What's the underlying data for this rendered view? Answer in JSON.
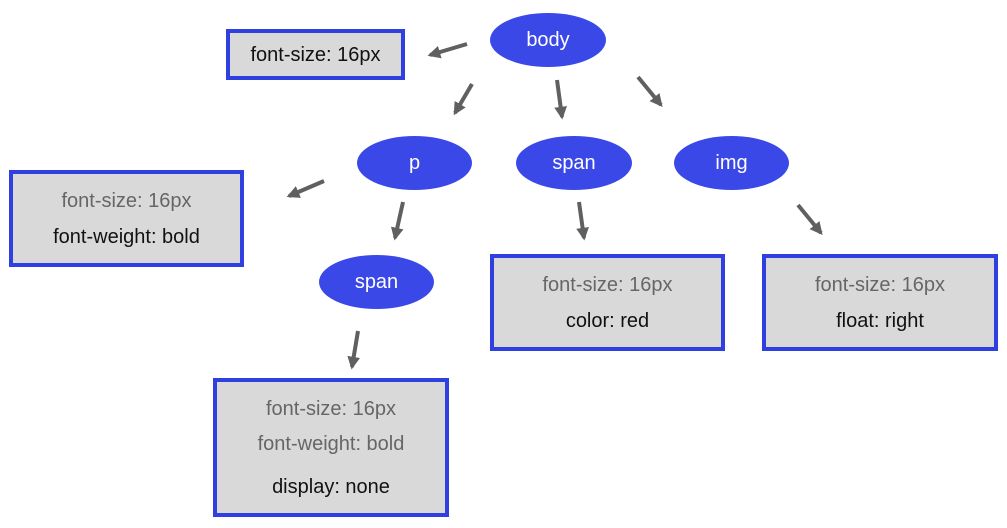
{
  "colors": {
    "node_fill": "#3a48e8",
    "box_border": "#3040e0",
    "box_fill": "#d9d9d9",
    "arrow": "#606060",
    "inherited_text": "#666666",
    "own_text": "#111111"
  },
  "nodes": {
    "body": {
      "label": "body"
    },
    "p": {
      "label": "p"
    },
    "span_mid": {
      "label": "span"
    },
    "img": {
      "label": "img"
    },
    "span_child": {
      "label": "span"
    }
  },
  "boxes": {
    "body": {
      "lines": [
        {
          "text": "font-size: 16px",
          "kind": "own"
        }
      ]
    },
    "p": {
      "lines": [
        {
          "text": "font-size: 16px",
          "kind": "inherited"
        },
        {
          "text": "font-weight: bold",
          "kind": "own"
        }
      ]
    },
    "span_mid": {
      "lines": [
        {
          "text": "font-size: 16px",
          "kind": "inherited"
        },
        {
          "text": "color: red",
          "kind": "own"
        }
      ]
    },
    "img": {
      "lines": [
        {
          "text": "font-size: 16px",
          "kind": "inherited"
        },
        {
          "text": "float: right",
          "kind": "own"
        }
      ]
    },
    "span_child": {
      "lines": [
        {
          "text": "font-size: 16px",
          "kind": "inherited"
        },
        {
          "text": "font-weight: bold",
          "kind": "inherited"
        },
        {
          "text": "display: none",
          "kind": "own"
        }
      ]
    }
  }
}
